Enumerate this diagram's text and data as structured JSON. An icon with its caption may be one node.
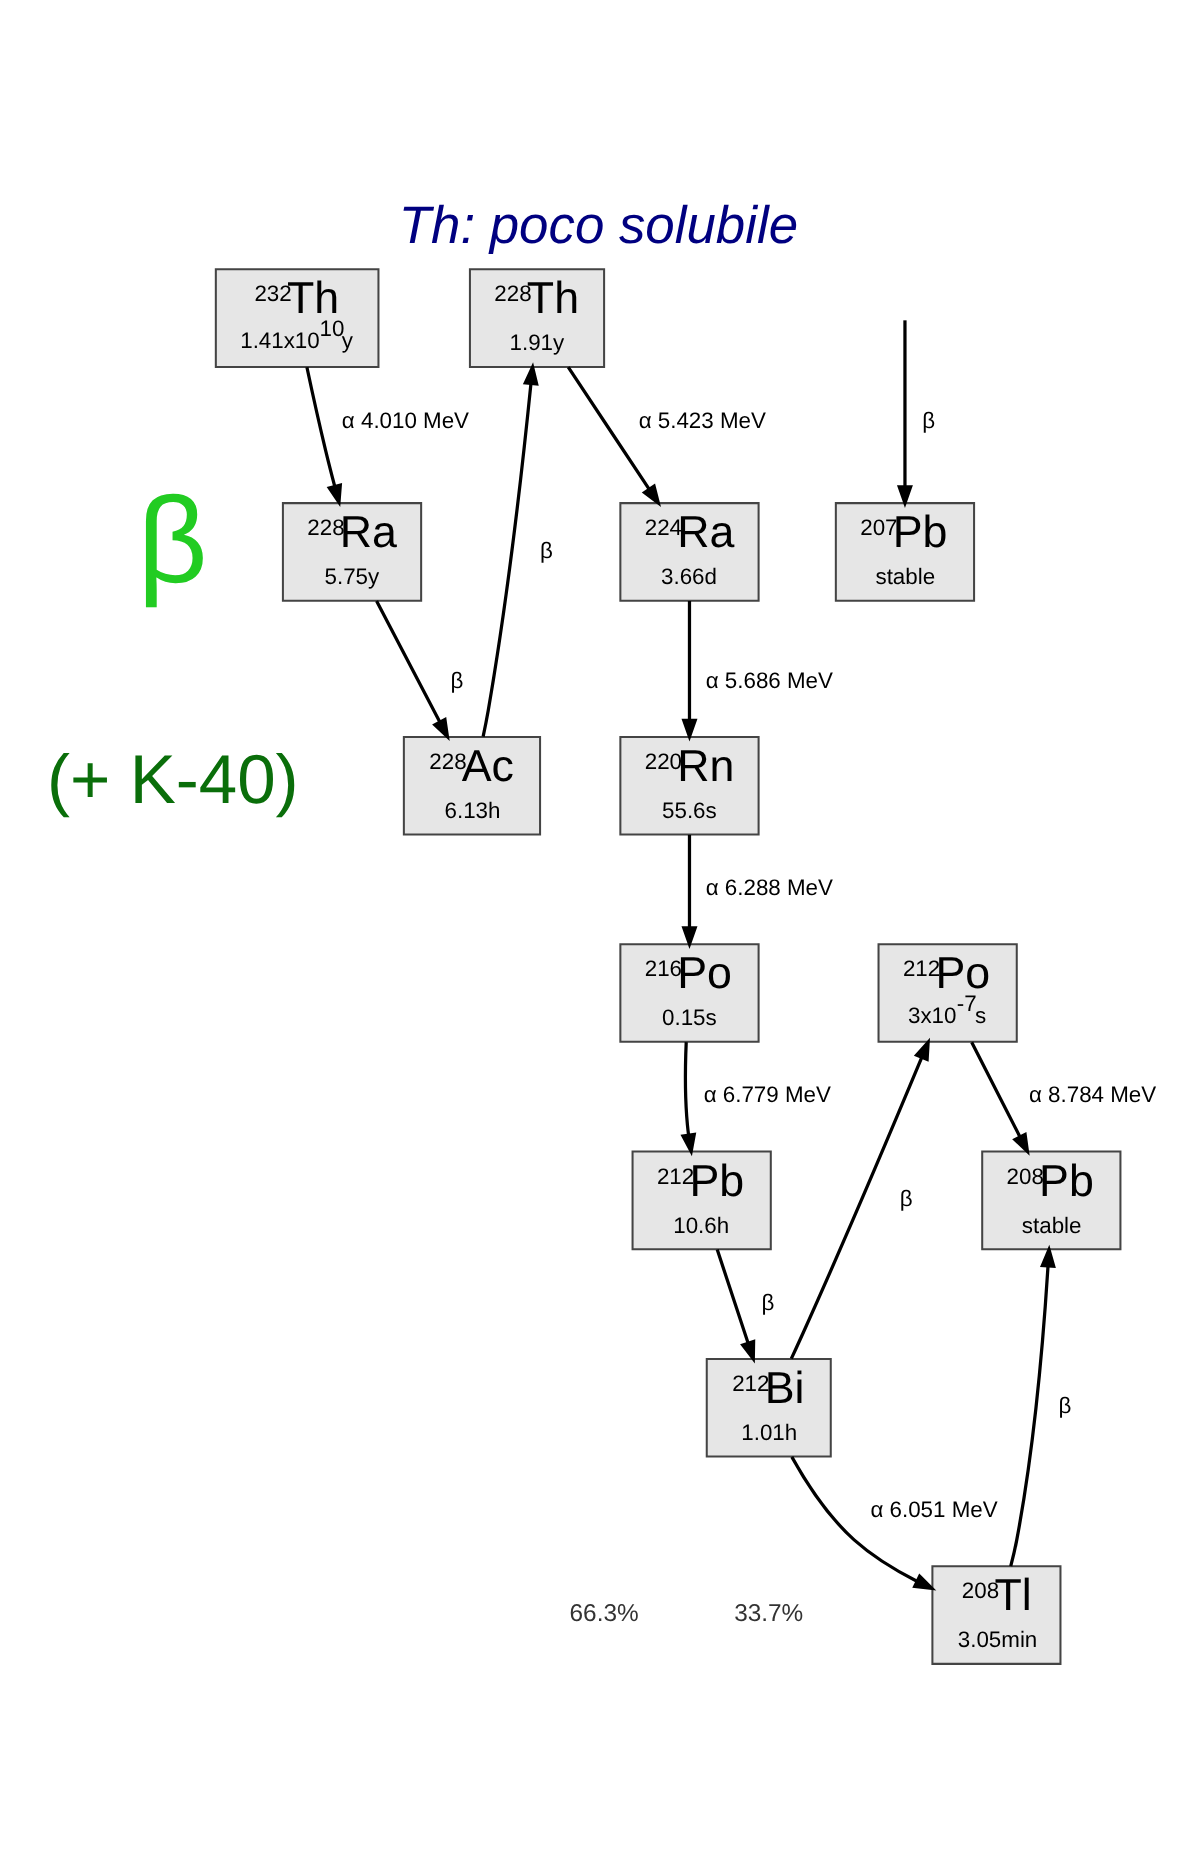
{
  "diagram": {
    "title": "Th: poco solubile",
    "nodes": [
      {
        "text": [
          "$^{232}$Th",
          "1.41x10$^{10}$y"
        ]
      },
      {
        "text": [
          "$^{228}$Th",
          "1.91y"
        ]
      },
      {
        "text": [
          "$^{228}$Ac",
          "6.13h"
        ]
      },
      {
        "text": [
          "$^{228}$Ra",
          "5.75y"
        ]
      },
      {
        "text": [
          "$^{224}$Ra",
          "3.66d"
        ]
      },
      {
        "text": [
          "$^{220}$Rn",
          "55.6s"
        ]
      },
      {
        "text": [
          "$^{216}$Po",
          "0.15s"
        ]
      },
      {
        "text": [
          "$^{212}$Po",
          "3x10$^{-7}$s"
        ]
      },
      {
        "text": [
          "$^{212}$Bi",
          "1.01h"
        ]
      },
      {
        "text": [
          "$^{212}$Pb",
          "10.6h"
        ]
      },
      {
        "text": [
          "$^{208}$Pb",
          "stable"
        ]
      },
      {
        "text": [
          "$^{208}$Tl",
          "3.05min"
        ]
      },
      {
        "text": [
          "$^{207}$Pb",
          "stable"
        ]
      }
    ],
    "edges": [
      {
        "from": 0,
        "to": 3,
        "arrow": "to",
        "label": "α 4.010 MeV"
      },
      {
        "from": 3,
        "to": 2,
        "arrow": "to",
        "label": "β"
      },
      {
        "from": 2,
        "to": 1,
        "arrow": "to",
        "label": "β"
      },
      {
        "from": 1,
        "to": 4,
        "arrow": "to",
        "label": "α 5.423 MeV"
      },
      {
        "from": 4,
        "to": 5,
        "arrow": "to",
        "label": "α 5.686 MeV"
      },
      {
        "from": 5,
        "to": 6,
        "arrow": "to",
        "label": "α 6.288 MeV"
      },
      {
        "from": 6,
        "to": 9,
        "arrow": "to",
        "label": "α 6.779 MeV"
      },
      {
        "from": 9,
        "to": 8,
        "arrow": "to",
        "label": "β"
      },
      {
        "from": 8,
        "to": 7,
        "arrow": "to",
        "label": "β"
      },
      {
        "from": 8,
        "to": 11,
        "arrow": "to",
        "label": "α 6.051 MeV"
      },
      {
        "from": 7,
        "to": 10,
        "arrow": "to",
        "label": "α 8.784 MeV"
      },
      {
        "from": 11,
        "to": 10,
        "arrow": "to",
        "label": "β"
      },
      {
        "from": null,
        "to": 12,
        "arrow": "to",
        "label": "β"
      }
    ],
    "labels": [
      "β",
      "(+ K-40)",
      "66.3%",
      "33.7%"
    ]
  }
}
